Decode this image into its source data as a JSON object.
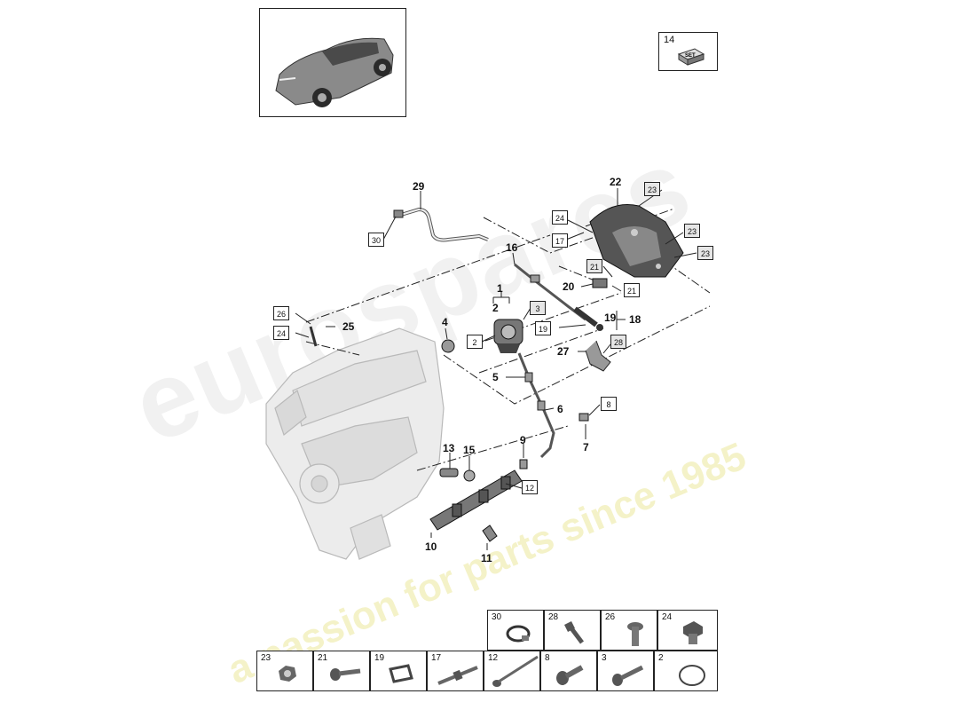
{
  "watermark": {
    "brand": "eurospares",
    "tagline": "a passion for parts since 1985"
  },
  "set_box": {
    "number": "14",
    "badge": "SET"
  },
  "callouts": {
    "bold": [
      "29",
      "22",
      "16",
      "1",
      "2",
      "4",
      "25",
      "20",
      "19",
      "18",
      "27",
      "5",
      "6",
      "9",
      "7",
      "13",
      "15",
      "10",
      "11"
    ],
    "boxed": [
      "30",
      "24",
      "17",
      "23",
      "23",
      "23",
      "21",
      "21",
      "3",
      "2",
      "19",
      "26",
      "24",
      "28",
      "8",
      "12"
    ]
  },
  "parts_table": {
    "top_row": [
      {
        "num": "30",
        "icon": "hose-clamp-icon"
      },
      {
        "num": "28",
        "icon": "bolt-icon"
      },
      {
        "num": "26",
        "icon": "flange-bolt-icon"
      },
      {
        "num": "24",
        "icon": "plug-screw-icon"
      }
    ],
    "bottom_row": [
      {
        "num": "23",
        "icon": "hex-nut-icon"
      },
      {
        "num": "21",
        "icon": "bolt-icon"
      },
      {
        "num": "19",
        "icon": "clip-icon"
      },
      {
        "num": "17",
        "icon": "stud-bolt-icon"
      },
      {
        "num": "12",
        "icon": "long-bolt-icon"
      },
      {
        "num": "8",
        "icon": "torx-bolt-icon"
      },
      {
        "num": "3",
        "icon": "bolt-icon"
      },
      {
        "num": "2",
        "icon": "o-ring-icon"
      }
    ]
  },
  "colors": {
    "line": "#222222",
    "engine": "#c8c8c8",
    "watermark_grey": "#f1f1f1",
    "watermark_yellow": "#f4f2c8"
  }
}
